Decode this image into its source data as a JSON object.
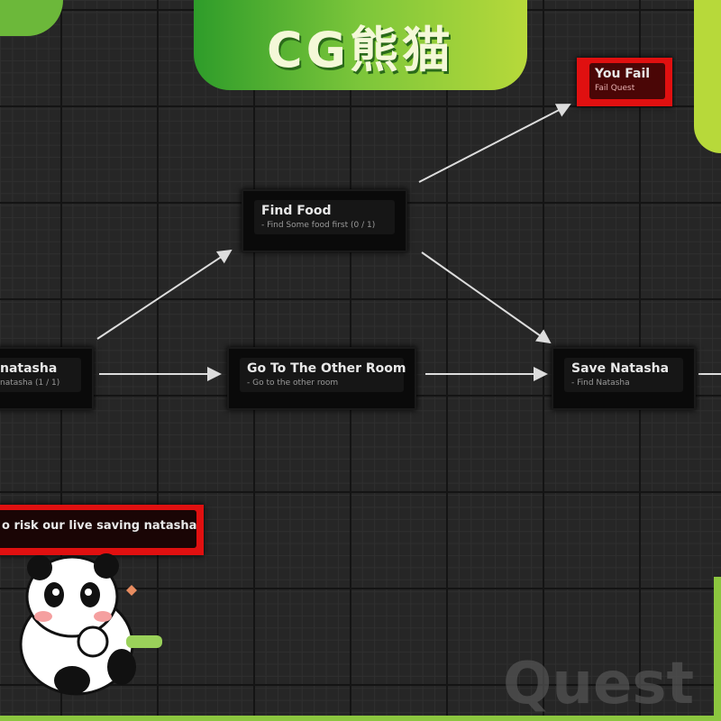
{
  "banner": {
    "text": "CG熊猫"
  },
  "nodes": {
    "natasha_left": {
      "title": "natasha",
      "sub": "natasha (1 / 1)"
    },
    "go_other_room": {
      "title": "Go To The Other Room",
      "sub": "- Go to the other room"
    },
    "find_food": {
      "title": "Find Food",
      "sub": "- Find Some food first (0 / 1)"
    },
    "save_natasha": {
      "title": "Save Natasha",
      "sub": "- Find Natasha"
    },
    "you_fail": {
      "title": "You Fail",
      "sub": "Fail Quest"
    },
    "risk": {
      "title": "o risk our live saving natasha"
    }
  },
  "watermark": "Quest",
  "colors": {
    "accent_green": "#8cc63f",
    "fail_red": "#e01010"
  }
}
